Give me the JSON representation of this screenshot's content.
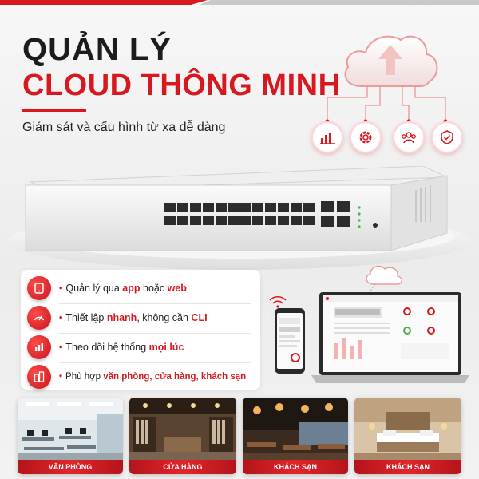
{
  "headline": {
    "line1": "QUẢN LÝ",
    "line2": "CLOUD THÔNG MINH",
    "subtitle": "Giám sát và cấu hình từ xa dễ dàng"
  },
  "features": [
    {
      "icon": "app-web-icon",
      "bullet": "•",
      "pre": "Quản lý qua ",
      "hl1": "app",
      "mid": " hoặc ",
      "hl2": "web",
      "post": ""
    },
    {
      "icon": "speedometer-icon",
      "bullet": "•",
      "pre": "Thiết lập ",
      "hl1": "nhanh",
      "mid": ", không cần ",
      "hl2": "CLI",
      "post": ""
    },
    {
      "icon": "bar-chart-icon",
      "bullet": "•",
      "pre": "Theo dõi hệ thống ",
      "hl1": "mọi lúc",
      "mid": "",
      "hl2": "",
      "post": ""
    },
    {
      "icon": "buildings-icon",
      "bullet": "•",
      "pre": "Phù hợp ",
      "hl1": "văn phòng, cửa hàng, khách sạn",
      "mid": "",
      "hl2": "",
      "post": ""
    }
  ],
  "top_icons": [
    "chart-icon",
    "gear-icon",
    "users-icon",
    "shield-check-icon"
  ],
  "photos": [
    {
      "caption": "VĂN PHÒNG"
    },
    {
      "caption": "CỬA HÀNG"
    },
    {
      "caption": "KHÁCH SẠN"
    },
    {
      "caption": "KHÁCH SẠN"
    }
  ],
  "colors": {
    "accent": "#d7191f",
    "dark": "#1c1c1c"
  }
}
